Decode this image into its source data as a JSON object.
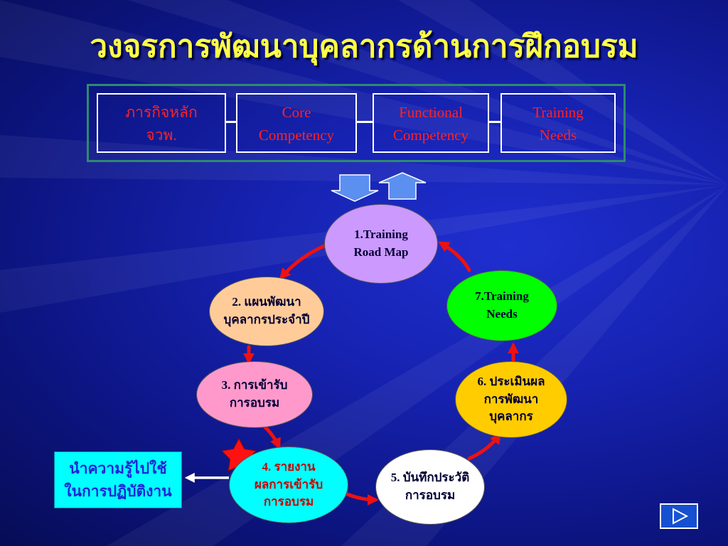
{
  "title": "วงจรการพัฒนาบุคลากรด้านการฝึกอบรม",
  "competency_boxes": [
    {
      "lines": [
        "ภารกิจหลัก",
        "จวพ."
      ],
      "color": "#ff2222"
    },
    {
      "lines": [
        "Core",
        "Competency"
      ],
      "color": "#ff2222"
    },
    {
      "lines": [
        "Functional",
        "Competency"
      ],
      "color": "#ff2222"
    },
    {
      "lines": [
        "Training",
        "Needs"
      ],
      "color": "#ff2222"
    }
  ],
  "cycle_nodes": [
    {
      "lines": [
        "1.Training",
        "Road Map"
      ],
      "fill": "#cc99ff",
      "text_color": "#000033"
    },
    {
      "lines": [
        "2. แผนพัฒนา",
        "บุคลากรประจำปี"
      ],
      "fill": "#ffcc99",
      "text_color": "#000033"
    },
    {
      "lines": [
        "3. การเข้ารับ",
        "การอบรม"
      ],
      "fill": "#ff99cc",
      "text_color": "#000033"
    },
    {
      "lines": [
        "4. รายงาน",
        "ผลการเข้ารับ",
        "การอบรม"
      ],
      "fill": "#00ffff",
      "text_color": "#cc0000"
    },
    {
      "lines": [
        "5. บันทึกประวัติ",
        "การอบรม"
      ],
      "fill": "#ffffff",
      "text_color": "#000033"
    },
    {
      "lines": [
        "6. ประเมินผล",
        "การพัฒนา",
        "บุคลากร"
      ],
      "fill": "#ffcc00",
      "text_color": "#000033"
    },
    {
      "lines": [
        "7.Training",
        "Needs"
      ],
      "fill": "#00ff00",
      "text_color": "#000033"
    }
  ],
  "apply_box": {
    "lines": [
      "นำความรู้ไปใช้",
      "ในการปฏิบัติงาน"
    ]
  },
  "colors": {
    "title": "#ffff44",
    "frame": "#2e8b6e",
    "cycle_arrow": "#ee1111",
    "star": "#ff1111",
    "up_down_arrows": "#5b8ff0"
  },
  "icons": {
    "down_arrow": "down-arrow-icon",
    "up_arrow": "up-arrow-icon",
    "star": "star-icon",
    "next": "play-next-icon"
  }
}
